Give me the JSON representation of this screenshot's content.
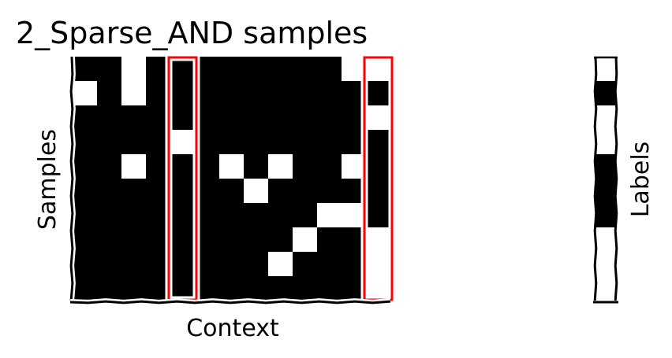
{
  "chart_data": [
    {
      "type": "heatmap",
      "title": "2_Sparse_AND samples",
      "xlabel": "Context",
      "ylabel": "Samples",
      "colormap": {
        "0": "#000000",
        "1": "#ffffff"
      },
      "highlight_color": "#ff0000",
      "highlighted_columns": [
        4,
        12
      ],
      "matrix": [
        [
          0,
          0,
          1,
          0,
          0,
          0,
          0,
          0,
          0,
          0,
          0,
          1,
          1
        ],
        [
          1,
          0,
          1,
          0,
          0,
          0,
          0,
          0,
          0,
          0,
          0,
          0,
          0
        ],
        [
          0,
          0,
          0,
          0,
          0,
          0,
          0,
          0,
          0,
          0,
          0,
          0,
          1
        ],
        [
          0,
          0,
          0,
          0,
          1,
          0,
          0,
          0,
          0,
          0,
          0,
          0,
          0
        ],
        [
          0,
          0,
          1,
          0,
          0,
          0,
          1,
          0,
          1,
          0,
          0,
          1,
          0
        ],
        [
          0,
          0,
          0,
          0,
          0,
          0,
          0,
          1,
          0,
          0,
          0,
          0,
          0
        ],
        [
          0,
          0,
          0,
          0,
          0,
          0,
          0,
          0,
          0,
          0,
          1,
          1,
          0
        ],
        [
          0,
          0,
          0,
          0,
          0,
          0,
          0,
          0,
          0,
          1,
          0,
          0,
          1
        ],
        [
          0,
          0,
          0,
          0,
          0,
          0,
          0,
          0,
          1,
          0,
          0,
          0,
          1
        ],
        [
          0,
          0,
          0,
          0,
          0,
          0,
          0,
          0,
          0,
          0,
          0,
          0,
          1
        ]
      ]
    },
    {
      "type": "heatmap",
      "ylabel": "Labels",
      "colormap": {
        "0": "#000000",
        "1": "#ffffff"
      },
      "values": [
        1,
        0,
        1,
        1,
        0,
        0,
        0,
        1,
        1,
        1
      ]
    }
  ]
}
